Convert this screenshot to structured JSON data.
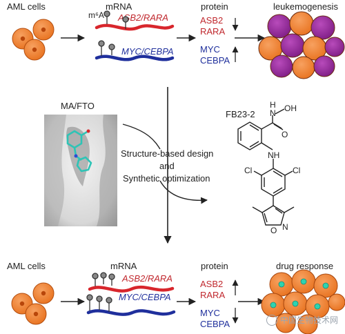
{
  "top_row": {
    "cells_label": "AML cells",
    "mrna_label": "mRNA",
    "m6a_label": "m⁶A",
    "red_transcript": "ASB2/RARA",
    "blue_transcript": "MYC/CEBPA",
    "protein_label": "protein",
    "protein_red_1": "ASB2",
    "protein_red_2": "RARA",
    "protein_blue_1": "MYC",
    "protein_blue_2": "CEBPA",
    "outcome_label": "leukemogenesis"
  },
  "middle_row": {
    "structure_title": "MA/FTO",
    "design_line1": "Structure-based design",
    "design_line2": "and",
    "design_line3": "Synthetic optimization",
    "compound_name": "FB23-2",
    "atoms": {
      "nh": "H",
      "n_amide": "N",
      "oh": "OH",
      "o_carbonyl": "O",
      "nh_linker": "NH",
      "cl_left": "Cl",
      "cl_right": "Cl",
      "n_isox": "N",
      "o_isox": "O"
    }
  },
  "bottom_row": {
    "cells_label": "AML cells",
    "mrna_label": "mRNA",
    "red_transcript": "ASB2/RARA",
    "blue_transcript": "MYC/CEBPA",
    "protein_label": "protein",
    "protein_red_1": "ASB2",
    "protein_red_2": "RARA",
    "protein_blue_1": "MYC",
    "protein_blue_2": "CEBPA",
    "outcome_label": "drug response"
  },
  "watermark": {
    "text": "中国生物技术网"
  },
  "colors": {
    "cell_orange": "#f07d2a",
    "cell_outline": "#b24d0f",
    "red_mrna": "#d8262c",
    "blue_mrna": "#1f2f9c",
    "purple_cell": "#9b2a9e",
    "drug_dot": "#2dd3b0",
    "protein_red_text": "#c0272d",
    "protein_blue_text": "#1f2f9c"
  }
}
